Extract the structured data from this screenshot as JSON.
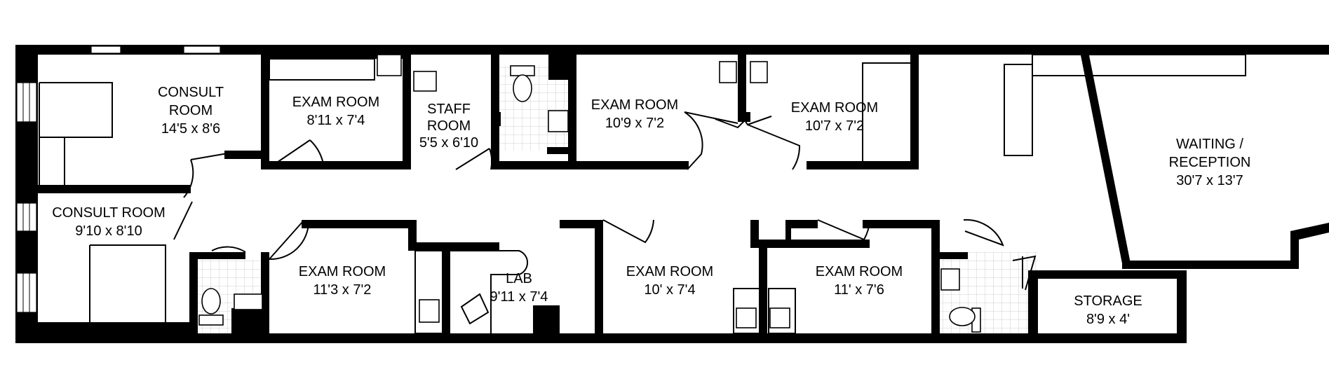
{
  "rooms": [
    {
      "id": "consult-room-1",
      "name": [
        "CONSULT",
        "ROOM"
      ],
      "size": "14'5 x 8'6"
    },
    {
      "id": "exam-room-1",
      "name": [
        "EXAM ROOM"
      ],
      "size": "8'11 x 7'4"
    },
    {
      "id": "staff-room",
      "name": [
        "STAFF",
        "ROOM"
      ],
      "size": "5'5 x 6'10"
    },
    {
      "id": "exam-room-2",
      "name": [
        "EXAM ROOM"
      ],
      "size": "10'9 x 7'2"
    },
    {
      "id": "exam-room-3",
      "name": [
        "EXAM ROOM"
      ],
      "size": "10'7 x 7'2"
    },
    {
      "id": "waiting-reception",
      "name": [
        "WAITING /",
        "RECEPTION"
      ],
      "size": "30'7 x 13'7"
    },
    {
      "id": "consult-room-2",
      "name": [
        "CONSULT ROOM"
      ],
      "size": "9'10 x 8'10"
    },
    {
      "id": "exam-room-4",
      "name": [
        "EXAM ROOM"
      ],
      "size": "11'3 x 7'2"
    },
    {
      "id": "lab",
      "name": [
        "LAB"
      ],
      "size": "9'11 x 7'4"
    },
    {
      "id": "exam-room-5",
      "name": [
        "EXAM ROOM"
      ],
      "size": "10' x 7'4"
    },
    {
      "id": "exam-room-6",
      "name": [
        "EXAM ROOM"
      ],
      "size": "11' x 7'6"
    },
    {
      "id": "storage",
      "name": [
        "STORAGE"
      ],
      "size": "8'9 x 4'"
    }
  ]
}
